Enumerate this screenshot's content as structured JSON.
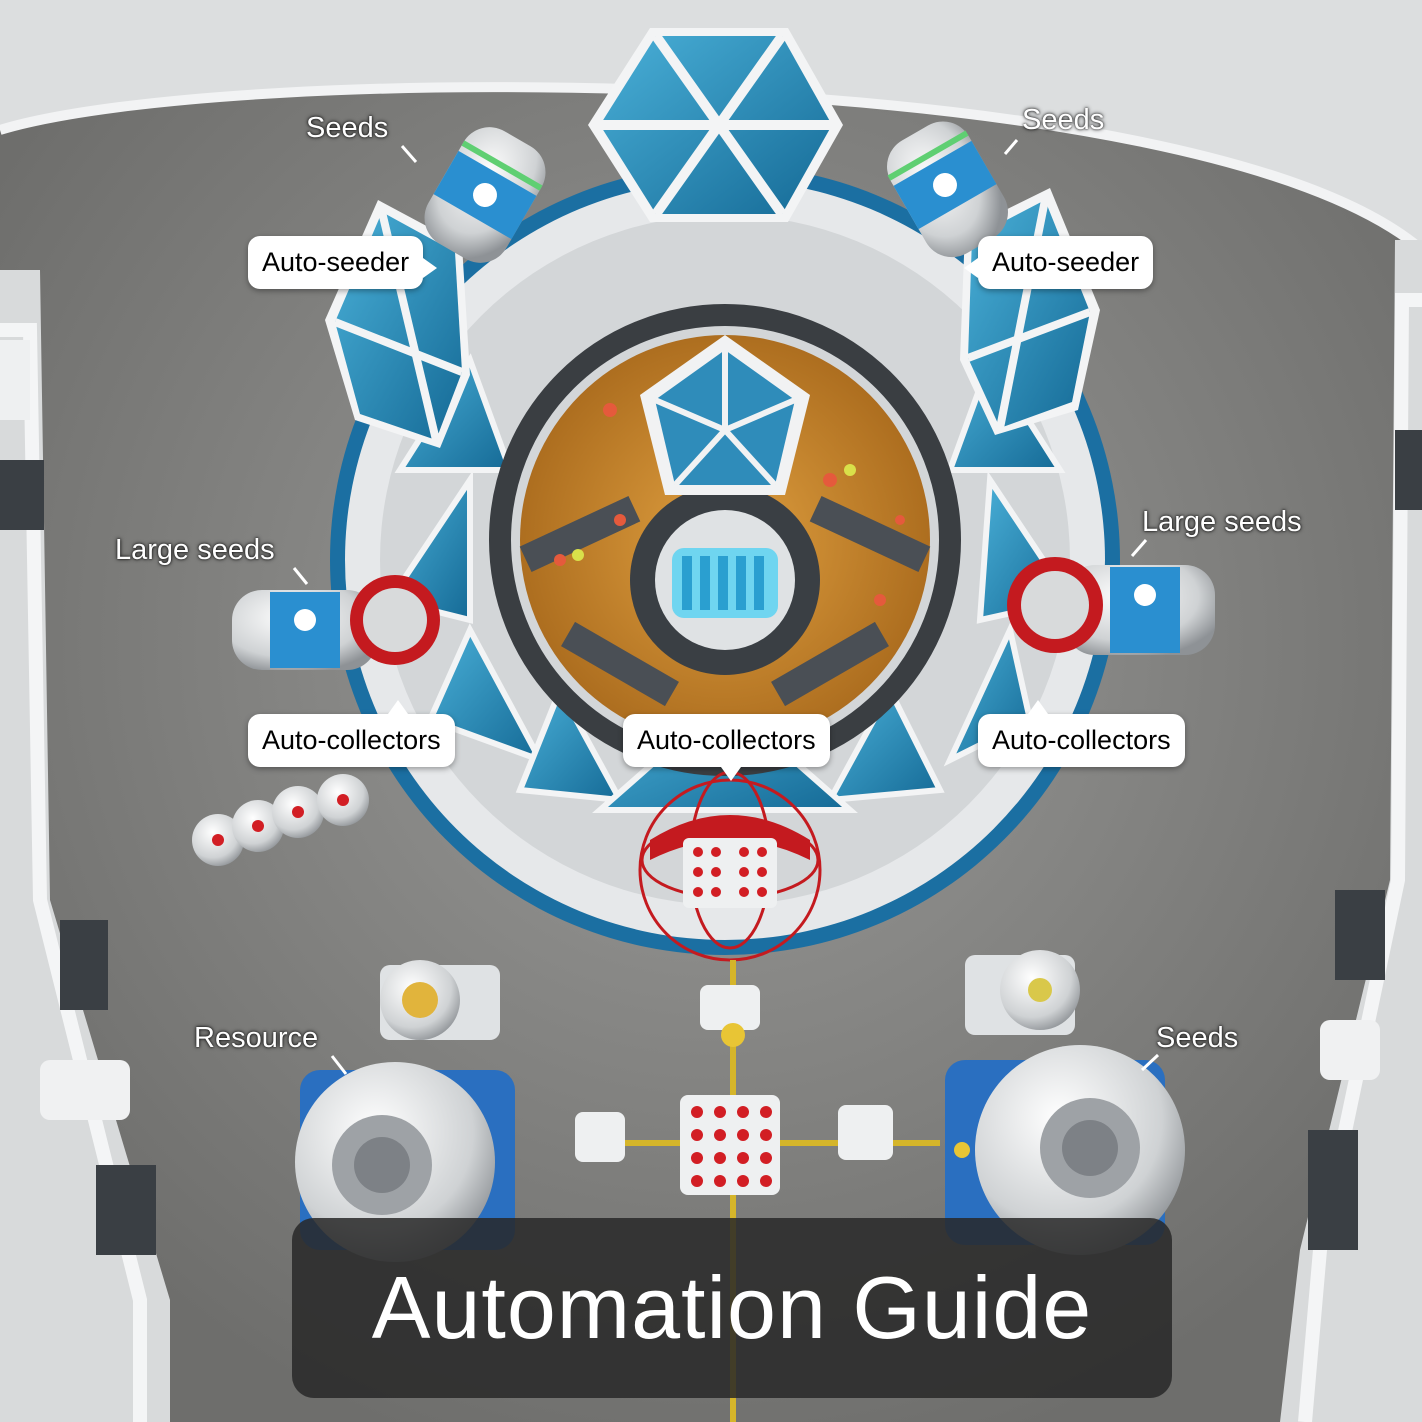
{
  "banner": {
    "title": "Automation Guide"
  },
  "callouts": {
    "auto_seeder_left": "Auto-seeder",
    "auto_seeder_right": "Auto-seeder",
    "auto_collectors_left": "Auto-collectors",
    "auto_collectors_center": "Auto-collectors",
    "auto_collectors_right": "Auto-collectors"
  },
  "labels": {
    "seeds_top_left": "Seeds",
    "seeds_top_right": "Seeds",
    "large_seeds_left": "Large seeds",
    "large_seeds_right": "Large seeds",
    "resource": "Resource",
    "seeds_bottom_right": "Seeds"
  },
  "colors": {
    "floor": "#8a8a88",
    "panel_blue": "#1d7aa8",
    "panel_light": "#3aa0cc",
    "soil": "#c98a2a",
    "accent_red": "#d21e24",
    "frame_white": "#e6e8ea"
  }
}
